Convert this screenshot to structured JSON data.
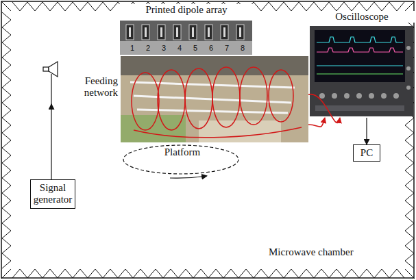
{
  "diagram": {
    "nodes": [
      {
        "text": [
          "Microwave chamber"
        ]
      },
      {
        "text": [
          "Printed dipole array"
        ],
        "in": 0
      },
      {
        "text": [
          "Feeding network"
        ],
        "in": 0
      },
      {
        "text": [
          "Platform"
        ],
        "in": 0
      },
      {
        "text": [
          "Oscilloscope"
        ],
        "in": 0
      },
      {
        "text": [
          "Signal generator"
        ],
        "in": 0
      },
      {
        "text": [
          "PC"
        ],
        "in": 0
      }
    ],
    "edges": [
      {
        "from": 2,
        "to": 4,
        "arrow": "to"
      },
      {
        "from": 4,
        "to": 6,
        "arrow": "to"
      }
    ],
    "labels": [
      "1",
      "2",
      "3",
      "4",
      "5",
      "6",
      "7",
      "8"
    ]
  }
}
